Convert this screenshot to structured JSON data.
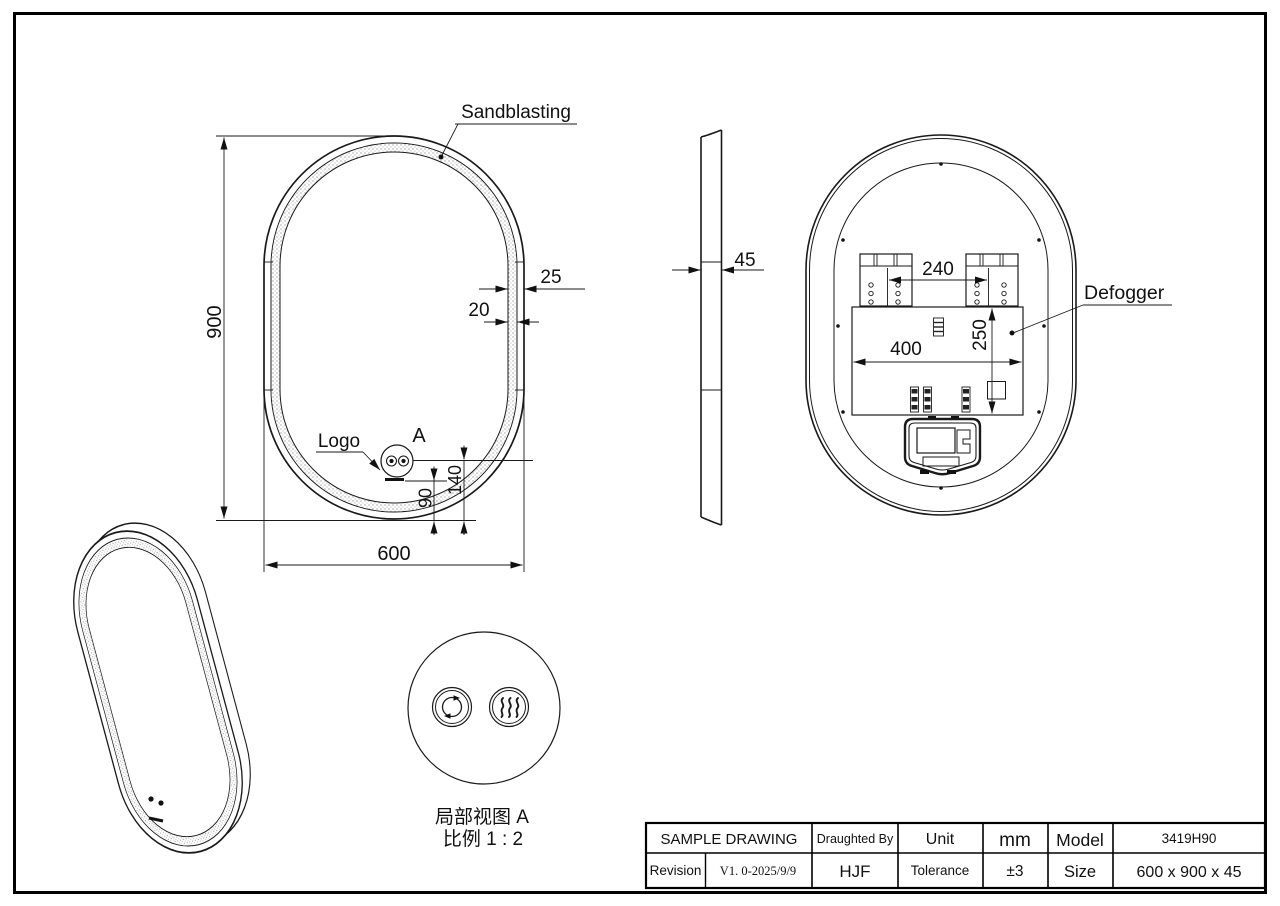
{
  "drawing": {
    "front_view": {
      "sandblasting_label": "Sandblasting",
      "logo_label": "Logo",
      "detail_marker": "A",
      "dim_height": "900",
      "dim_width": "600",
      "dim_frame_width": "25",
      "dim_band_width": "20",
      "dim_logo_offset": "90",
      "dim_button_offset": "140"
    },
    "side_view": {
      "dim_thickness": "45"
    },
    "back_view": {
      "defogger_label": "Defogger",
      "dim_bracket_spacing": "240",
      "dim_defogger_width": "400",
      "dim_defogger_height": "250"
    },
    "detail_view": {
      "title": "局部视图 A",
      "scale": "比例 1 : 2"
    }
  },
  "title_block": {
    "title": "SAMPLE DRAWING",
    "draughted_by_label": "Draughted By",
    "draughted_by_value": "HJF",
    "unit_label": "Unit",
    "unit_value": "mm",
    "tolerance_label": "Tolerance",
    "tolerance_value": "±3",
    "model_label": "Model",
    "model_value": "3419H90",
    "size_label": "Size",
    "size_value": "600 x 900 x 45",
    "revision_label": "Revision",
    "revision_value": "V1. 0-2025/9/9"
  }
}
